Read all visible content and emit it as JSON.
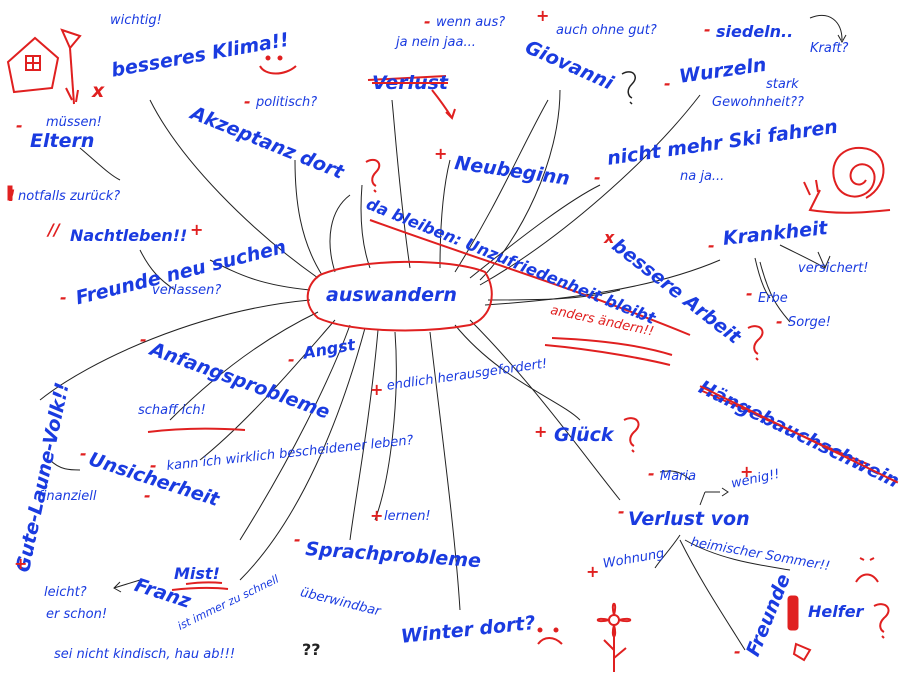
{
  "center": "auswandern",
  "labels": {
    "wichtig": "wichtig!",
    "besseres_klima": "besseres Klima!!",
    "eltern": "Eltern",
    "muessen": "müssen!",
    "notfalls": "notfalls zurück?",
    "akzeptanz": "Akzeptanz dort",
    "politisch": "politisch?",
    "nachtleben": "Nachtleben!!",
    "freunde_neu": "Freunde neu suchen",
    "verlassen": "verlassen?",
    "anfangsprobleme": "Anfangsprobleme",
    "schaff_ich": "schaff ich!",
    "gute_laune": "Gute-Laune-Volk!!",
    "unsicherheit": "Unsicherheit",
    "finanziell": "finanziell",
    "kann_ich": "kann ich wirklich bescheidener leben?",
    "angst": "Angst",
    "endlich": "endlich herausgefordert!",
    "mist": "Mist!",
    "franz": "Franz",
    "leicht": "leicht?",
    "er_schon": "er schon!",
    "ist_immer": "ist immer zu schnell",
    "sei_nicht": "sei nicht kindisch, hau ab!!!",
    "lernen": "lernen!",
    "sprachprobleme": "Sprachprobleme",
    "ueberwindbar": "überwindbar",
    "winter": "Winter dort?",
    "glueck": "Glück",
    "maria": "Maria",
    "wenig": "wenig!!",
    "verlust_von": "Verlust von",
    "wohnung": "Wohnung",
    "heimischer": "heimischer Sommer!!",
    "freunde": "Freunde",
    "helfer": "Helfer",
    "haengebauch": "Hängebauchschwein",
    "krankheit": "Krankheit",
    "versichert": "versichert!",
    "erbe": "Erbe",
    "sorge": "Sorge!",
    "bessere_arbeit": "bessere Arbeit",
    "anders": "anders ändern!!",
    "da_bleiben": "da bleiben: Unzufriedenheit bleibt",
    "neubeginn": "Neubeginn",
    "verlust": "Verlust",
    "wenn_aus": "wenn aus?",
    "ja_nein": "ja nein jaa...",
    "auch_ohne": "auch ohne gut?",
    "giovanni": "Giovanni",
    "siedeln": "siedeln..",
    "kraft": "Kraft?",
    "wurzeln": "Wurzeln",
    "stark": "stark",
    "gewohnheit": "Gewohnheit??",
    "ski": "nicht mehr Ski fahren",
    "na_ja": "na ja...",
    "q_maria": "?",
    "q_franz": "??"
  },
  "signs": {
    "minus": "-",
    "plus": "+",
    "x": "x",
    "q": "?",
    "excl": "!",
    "dbl": "//"
  },
  "colors": {
    "blue": "#1a3be0",
    "red": "#e02020",
    "ink": "#222222"
  }
}
